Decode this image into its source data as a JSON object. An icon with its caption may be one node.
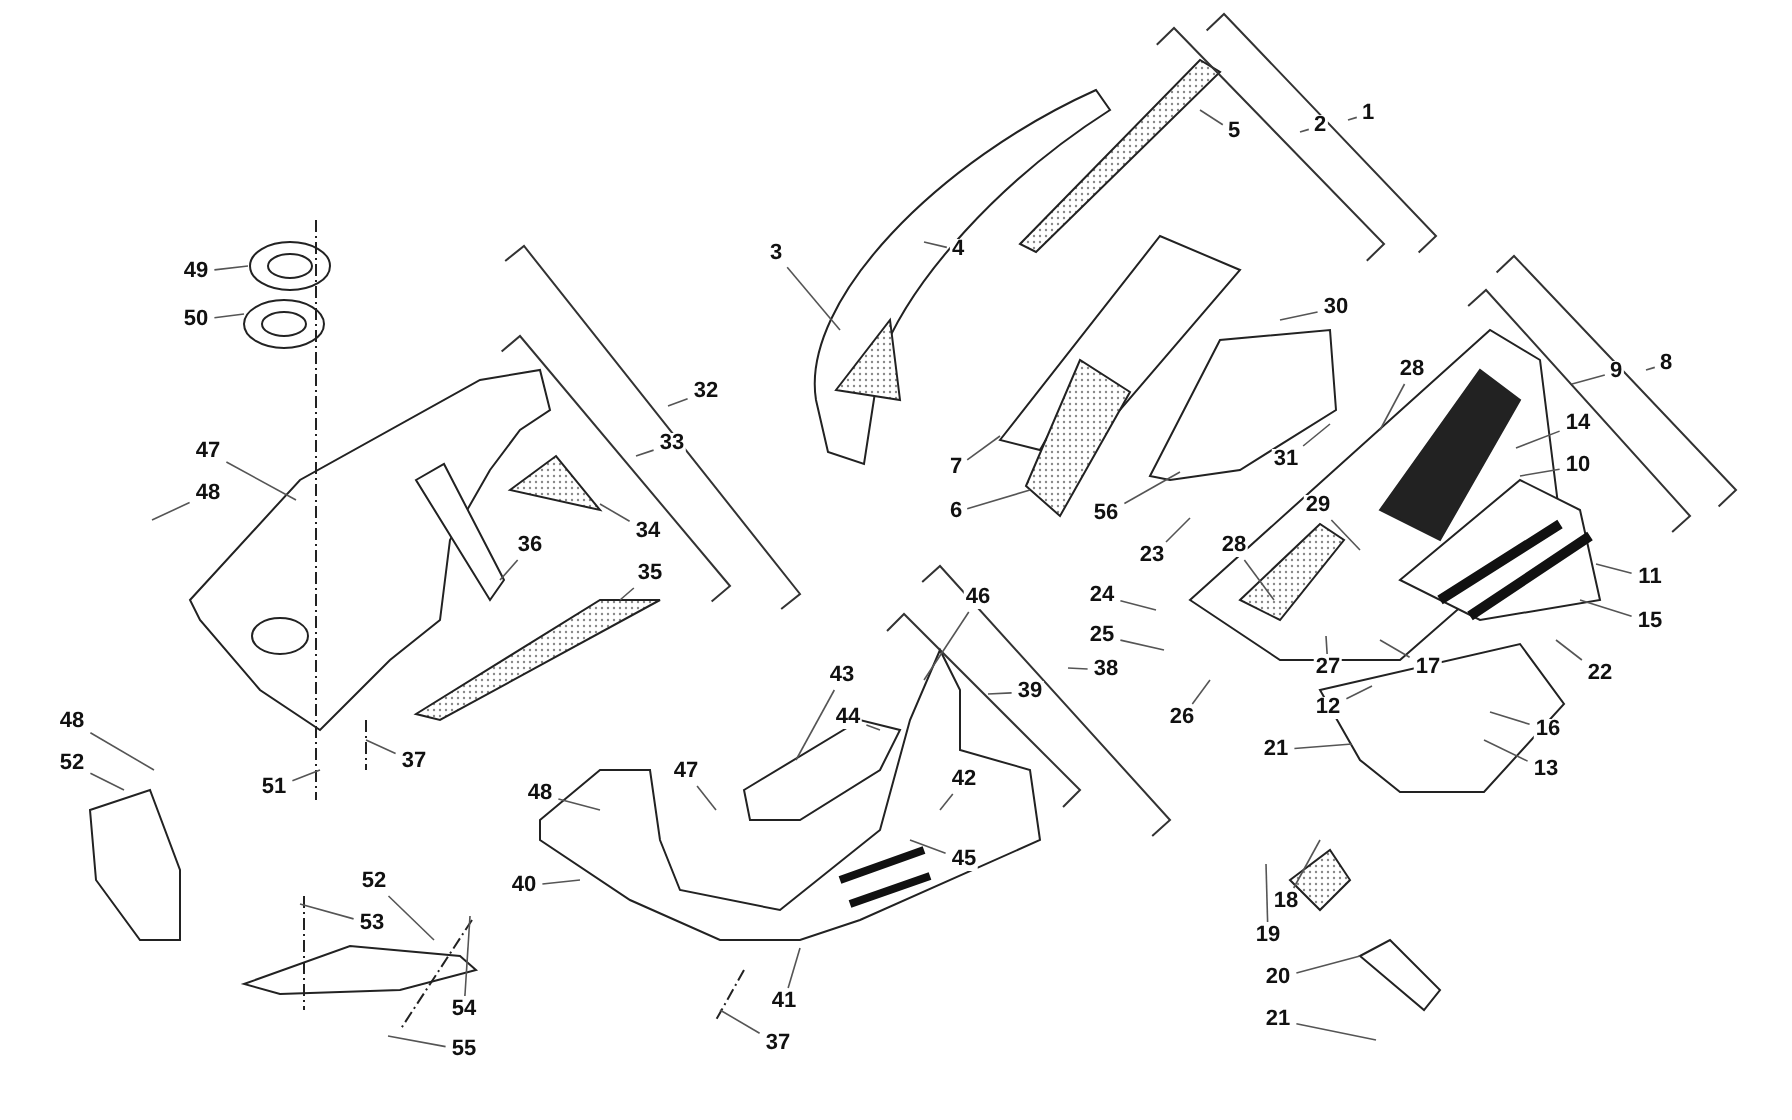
{
  "diagram": {
    "nodes": [
      {
        "text": [
          "1"
        ]
      },
      {
        "text": [
          "2"
        ]
      },
      {
        "text": [
          "5"
        ]
      },
      {
        "text": [
          "3"
        ]
      },
      {
        "text": [
          "4"
        ]
      },
      {
        "text": [
          "49"
        ]
      },
      {
        "text": [
          "50"
        ]
      },
      {
        "text": [
          "30"
        ]
      },
      {
        "text": [
          "32"
        ]
      },
      {
        "text": [
          "33"
        ]
      },
      {
        "text": [
          "8"
        ]
      },
      {
        "text": [
          "9"
        ]
      },
      {
        "text": [
          "28"
        ]
      },
      {
        "text": [
          "14"
        ]
      },
      {
        "text": [
          "10"
        ]
      },
      {
        "text": [
          "47"
        ]
      },
      {
        "text": [
          "48"
        ]
      },
      {
        "text": [
          "7"
        ]
      },
      {
        "text": [
          "31"
        ]
      },
      {
        "text": [
          "56"
        ]
      },
      {
        "text": [
          "6"
        ]
      },
      {
        "text": [
          "29"
        ]
      },
      {
        "text": [
          "23"
        ]
      },
      {
        "text": [
          "34"
        ]
      },
      {
        "text": [
          "36"
        ]
      },
      {
        "text": [
          "28"
        ]
      },
      {
        "text": [
          "24"
        ]
      },
      {
        "text": [
          "35"
        ]
      },
      {
        "text": [
          "46"
        ]
      },
      {
        "text": [
          "11"
        ]
      },
      {
        "text": [
          "25"
        ]
      },
      {
        "text": [
          "15"
        ]
      },
      {
        "text": [
          "43"
        ]
      },
      {
        "text": [
          "22"
        ]
      },
      {
        "text": [
          "39"
        ]
      },
      {
        "text": [
          "38"
        ]
      },
      {
        "text": [
          "17"
        ]
      },
      {
        "text": [
          "27"
        ]
      },
      {
        "text": [
          "26"
        ]
      },
      {
        "text": [
          "12"
        ]
      },
      {
        "text": [
          "44"
        ]
      },
      {
        "text": [
          "16"
        ]
      },
      {
        "text": [
          "21"
        ]
      },
      {
        "text": [
          "48"
        ]
      },
      {
        "text": [
          "52"
        ]
      },
      {
        "text": [
          "47"
        ]
      },
      {
        "text": [
          "48"
        ]
      },
      {
        "text": [
          "42"
        ]
      },
      {
        "text": [
          "13"
        ]
      },
      {
        "text": [
          "51"
        ]
      },
      {
        "text": [
          "37"
        ]
      },
      {
        "text": [
          "40"
        ]
      },
      {
        "text": [
          "45"
        ]
      },
      {
        "text": [
          "18"
        ]
      },
      {
        "text": [
          "52"
        ]
      },
      {
        "text": [
          "53"
        ]
      },
      {
        "text": [
          "19"
        ]
      },
      {
        "text": [
          "54"
        ]
      },
      {
        "text": [
          "41"
        ]
      },
      {
        "text": [
          "20"
        ]
      },
      {
        "text": [
          "55"
        ]
      },
      {
        "text": [
          "21"
        ]
      },
      {
        "text": [
          "37"
        ]
      }
    ],
    "edges": [
      {
        "from": 0,
        "to": null,
        "arrow": "none"
      },
      {
        "from": 1,
        "to": null,
        "arrow": "none"
      },
      {
        "from": 2,
        "to": null,
        "arrow": "none"
      },
      {
        "from": 3,
        "to": null,
        "arrow": "none"
      },
      {
        "from": 4,
        "to": null,
        "arrow": "none"
      },
      {
        "from": 5,
        "to": null,
        "arrow": "none"
      },
      {
        "from": 6,
        "to": null,
        "arrow": "none"
      },
      {
        "from": 7,
        "to": null,
        "arrow": "none"
      },
      {
        "from": 8,
        "to": null,
        "arrow": "none"
      },
      {
        "from": 9,
        "to": null,
        "arrow": "none"
      },
      {
        "from": 10,
        "to": null,
        "arrow": "none"
      },
      {
        "from": 11,
        "to": null,
        "arrow": "none"
      },
      {
        "from": 12,
        "to": null,
        "arrow": "none"
      },
      {
        "from": 13,
        "to": null,
        "arrow": "none"
      },
      {
        "from": 14,
        "to": null,
        "arrow": "none"
      },
      {
        "from": 15,
        "to": null,
        "arrow": "none"
      },
      {
        "from": 16,
        "to": null,
        "arrow": "none"
      },
      {
        "from": 17,
        "to": null,
        "arrow": "none"
      },
      {
        "from": 18,
        "to": null,
        "arrow": "none"
      },
      {
        "from": 19,
        "to": null,
        "arrow": "none"
      },
      {
        "from": 20,
        "to": null,
        "arrow": "none"
      },
      {
        "from": 21,
        "to": null,
        "arrow": "none"
      },
      {
        "from": 22,
        "to": null,
        "arrow": "none"
      },
      {
        "from": 23,
        "to": null,
        "arrow": "none"
      },
      {
        "from": 24,
        "to": null,
        "arrow": "none"
      },
      {
        "from": 25,
        "to": null,
        "arrow": "none"
      },
      {
        "from": 26,
        "to": null,
        "arrow": "none"
      },
      {
        "from": 27,
        "to": null,
        "arrow": "none"
      },
      {
        "from": 28,
        "to": null,
        "arrow": "none"
      },
      {
        "from": 29,
        "to": null,
        "arrow": "none"
      },
      {
        "from": 30,
        "to": null,
        "arrow": "none"
      },
      {
        "from": 31,
        "to": null,
        "arrow": "none"
      },
      {
        "from": 32,
        "to": null,
        "arrow": "none"
      },
      {
        "from": 33,
        "to": null,
        "arrow": "none"
      },
      {
        "from": 34,
        "to": null,
        "arrow": "none"
      },
      {
        "from": 35,
        "to": null,
        "arrow": "none"
      },
      {
        "from": 36,
        "to": null,
        "arrow": "none"
      },
      {
        "from": 37,
        "to": null,
        "arrow": "none"
      },
      {
        "from": 38,
        "to": null,
        "arrow": "none"
      },
      {
        "from": 39,
        "to": null,
        "arrow": "none"
      },
      {
        "from": 40,
        "to": null,
        "arrow": "none"
      },
      {
        "from": 41,
        "to": null,
        "arrow": "none"
      },
      {
        "from": 42,
        "to": null,
        "arrow": "none"
      },
      {
        "from": 43,
        "to": null,
        "arrow": "none"
      },
      {
        "from": 44,
        "to": null,
        "arrow": "none"
      },
      {
        "from": 45,
        "to": null,
        "arrow": "none"
      },
      {
        "from": 46,
        "to": null,
        "arrow": "none"
      },
      {
        "from": 47,
        "to": null,
        "arrow": "none"
      },
      {
        "from": 48,
        "to": null,
        "arrow": "none"
      },
      {
        "from": 49,
        "to": null,
        "arrow": "none"
      },
      {
        "from": 50,
        "to": null,
        "arrow": "none"
      },
      {
        "from": 51,
        "to": null,
        "arrow": "none"
      },
      {
        "from": 52,
        "to": null,
        "arrow": "none"
      },
      {
        "from": 53,
        "to": null,
        "arrow": "none"
      },
      {
        "from": 54,
        "to": null,
        "arrow": "none"
      },
      {
        "from": 55,
        "to": null,
        "arrow": "none"
      },
      {
        "from": 56,
        "to": null,
        "arrow": "none"
      },
      {
        "from": 57,
        "to": null,
        "arrow": "none"
      },
      {
        "from": 58,
        "to": null,
        "arrow": "none"
      },
      {
        "from": 59,
        "to": null,
        "arrow": "none"
      },
      {
        "from": 60,
        "to": null,
        "arrow": "none"
      },
      {
        "from": 61,
        "to": null,
        "arrow": "none"
      },
      {
        "from": 62,
        "to": null,
        "arrow": "none"
      }
    ]
  }
}
